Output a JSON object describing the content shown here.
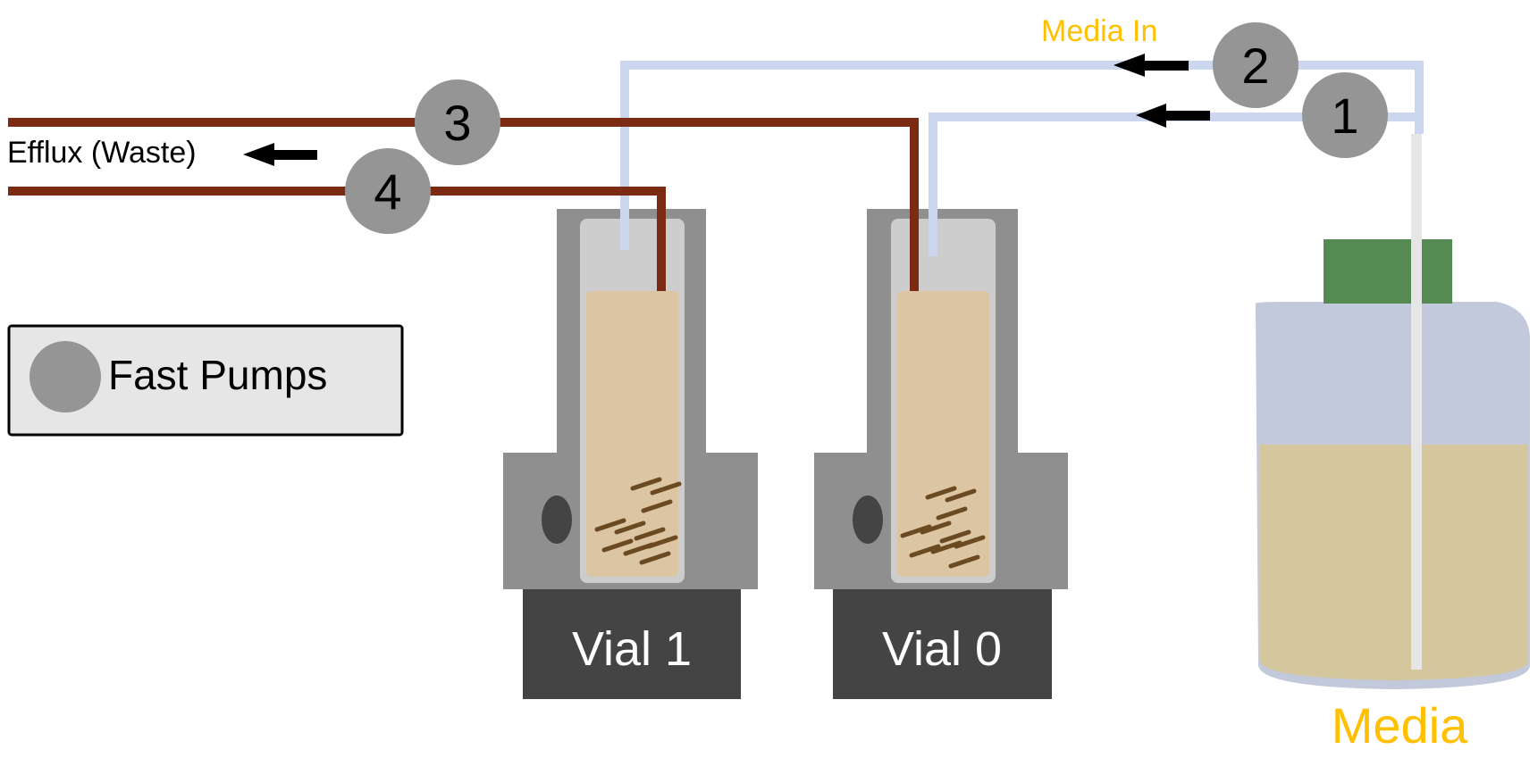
{
  "labels": {
    "media_in": "Media In",
    "efflux": "Efflux (Waste)",
    "media": "Media",
    "legend": "Fast Pumps",
    "vial1": "Vial 1",
    "vial0": "Vial 0"
  },
  "pumps": [
    {
      "number": "1"
    },
    {
      "number": "2"
    },
    {
      "number": "3"
    },
    {
      "number": "4"
    }
  ],
  "colors": {
    "media_line": "#CCD6EE",
    "waste_line": "#7B2A14",
    "pump": "#959595",
    "media_label": "#FFC000",
    "vial_label_bg": "#444444",
    "holder": "#8F8F90",
    "culture": "#DCC5A3",
    "cap": "#558B52",
    "bottle": "#C1C9DB",
    "bottle_liquid": "#D4C79D"
  }
}
